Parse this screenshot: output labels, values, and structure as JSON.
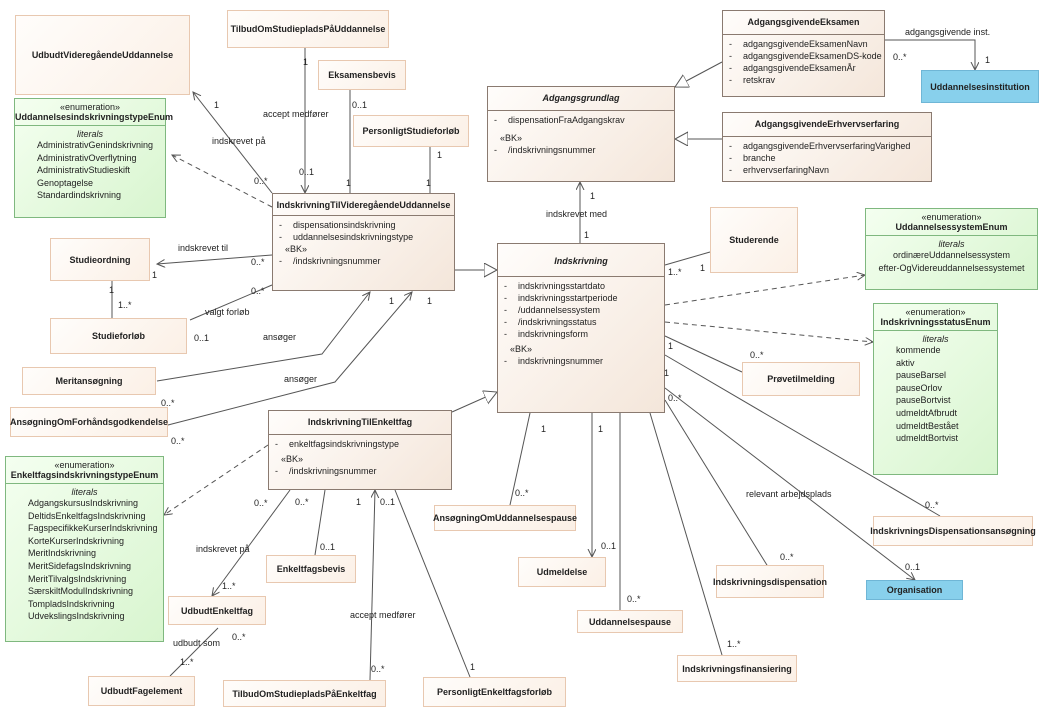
{
  "classes": {
    "udbudt_videregaaende": "UdbudtVideregåendeUddannelse",
    "tilbud_uddannelse": "TilbudOmStudiepladsPåUddannelse",
    "eksamensbevis": "Eksamensbevis",
    "personligt_studieforloeb": "PersonligtStudieforløb",
    "studieordning": "Studieordning",
    "studieforloeb": "Studieforløb",
    "meritansoegning": "Meritansøgning",
    "ansoegning_forhaand": "AnsøgningOmForhåndsgodkendelse",
    "indskr_videre": {
      "name": "IndskrivningTilVideregåendeUddannelse",
      "attrs": [
        "dispensationsindskrivning",
        "uddannelsesindskrivningstype"
      ],
      "stereo": "«BK»",
      "keys": [
        "/indskrivningsnummer"
      ]
    },
    "adgangsgrundlag": {
      "name": "Adgangsgrundlag",
      "attrs": [
        "dispensationFraAdgangskrav"
      ],
      "stereo": "«BK»",
      "keys": [
        "/indskrivningsnummer"
      ]
    },
    "adg_eksamen": {
      "name": "AdgangsgivendeEksamen",
      "attrs": [
        "adgangsgivendeEksamenNavn",
        "adgangsgivendeEksamenDS-kode",
        "adgangsgivendeEksamenÅr",
        "retskrav"
      ]
    },
    "adg_erhverv": {
      "name": "AdgangsgivendeErhvervserfaring",
      "attrs": [
        "adgangsgivendeErhvervserfaringVarighed",
        "branche",
        "erhvervserfaringNavn"
      ]
    },
    "indskrivning": {
      "name": "Indskrivning",
      "attrs": [
        "indskrivningsstartdato",
        "indskrivningsstartperiode",
        "/uddannelsessystem",
        "/indskrivningsstatus",
        "indskrivningsform"
      ],
      "stereo": "«BK»",
      "keys": [
        "indskrivningsnummer"
      ]
    },
    "studerende": "Studerende",
    "proevetilmelding": "Prøvetilmelding",
    "indskr_enkeltfag": {
      "name": "IndskrivningTilEnkeltfag",
      "attrs": [
        "enkeltfagsindskrivningstype"
      ],
      "stereo": "«BK»",
      "keys": [
        "/indskrivningsnummer"
      ]
    },
    "ansoeg_pause": "AnsøgningOmUddannelsespause",
    "udmeldelse": "Udmeldelse",
    "uddannelsespause": "Uddannelsespause",
    "indskr_dispensation": "Indskrivningsdispensation",
    "indskr_finansiering": "Indskrivningsfinansiering",
    "disp_ansoegning": "IndskrivningsDispensationsansøgning",
    "enkeltfagsbevis": "Enkeltfagsbevis",
    "udbudt_enkeltfag": "UdbudtEnkeltfag",
    "udbudt_fagelement": "UdbudtFagelement",
    "tilbud_enkeltfag": "TilbudOmStudiepladsPåEnkeltfag",
    "personligt_enkeltfag": "PersonligtEnkeltfagsforløb"
  },
  "external": {
    "uddannelsesinstitution": "Uddannelsesinstitution",
    "organisation": "Organisation"
  },
  "enums": {
    "indskr_type": {
      "stereo": "«enumeration»",
      "name": "UddannelsesindskrivningstypeEnum",
      "literals_label": "literals",
      "values": [
        "AdministrativGenindskrivning",
        "AdministrativOverflytning",
        "AdministrativStudieskift",
        "Genoptagelse",
        "Standardindskrivning"
      ]
    },
    "system": {
      "stereo": "«enumeration»",
      "name": "UddannelsessystemEnum",
      "literals_label": "literals",
      "values": [
        "ordinæreUddannelsessystem",
        "efter-OgVidereuddannelsessystemet"
      ]
    },
    "status": {
      "stereo": "«enumeration»",
      "name": "IndskrivningsstatusEnum",
      "literals_label": "literals",
      "values": [
        "kommende",
        "aktiv",
        "pauseBarsel",
        "pauseOrlov",
        "pauseBortvist",
        "udmeldtAfbrudt",
        "udmeldtBestået",
        "udmeldtBortvist"
      ]
    },
    "enkeltfag": {
      "stereo": "«enumeration»",
      "name": "EnkeltfagsindskrivningstypeEnum",
      "literals_label": "literals",
      "values": [
        "AdgangskursusIndskrivning",
        "DeltidsEnkeltfagsIndskrivning",
        "FagspecifikkeKurserIndskrivning",
        "KorteKurserIndskrivning",
        "MeritIndskrivning",
        "MeritSidefagsIndskrivning",
        "MeritTilvalgsIndskrivning",
        "SærskiltModulIndskrivning",
        "TompladsIndskrivning",
        "UdvekslingsIndskrivning"
      ]
    }
  },
  "labels": {
    "indskrevet_paa": "indskrevet på",
    "accept_medfoerer": "accept medfører",
    "indskrevet_til": "indskrevet til",
    "valgt_forloeb": "valgt forløb",
    "ansoeger_1": "ansøger",
    "ansoeger_2": "ansøger",
    "indskrevet_med": "indskrevet med",
    "adgangsgivende_inst": "adgangsgivende inst.",
    "relevant_arbejdsplads": "relevant arbejdsplads",
    "indskrevet_paa_2": "indskrevet på",
    "udbudt_som": "udbudt som",
    "accept_medfoerer_2": "accept medfører",
    "attr_dash": "-"
  },
  "multiplicities": {
    "m1": "1",
    "m2": "0..*",
    "m3": "1",
    "m4": "0..1",
    "m5": "0..1",
    "m6": "1",
    "m7": "1",
    "m8": "1",
    "m9": "0..*",
    "m10": "0..*",
    "m11": "1..*",
    "m12": "0..1",
    "m13": "0..*",
    "m14": "0..*",
    "m15": "1",
    "m16": "1",
    "m17": "1",
    "m18": "1",
    "m19": "0..*",
    "m20": "1",
    "m21": "1",
    "m22": "1..*",
    "m23": "0..*",
    "m24": "0..*",
    "m25": "1",
    "m26": "0..*",
    "m27": "1",
    "m28": "0..1",
    "m29": "1",
    "m30": "1",
    "m31": "0..*",
    "m32": "1",
    "m33": "0..*",
    "m34": "1..*",
    "m35": "0..*",
    "m36": "0..1",
    "m37": "0..*",
    "m38": "0..*",
    "m39": "1",
    "m40": "0..1",
    "m41": "0..1",
    "m42": "1",
    "m43": "1..*",
    "m44": "0..*",
    "m45": "1..*",
    "m46": "0..*",
    "m47": "1"
  }
}
